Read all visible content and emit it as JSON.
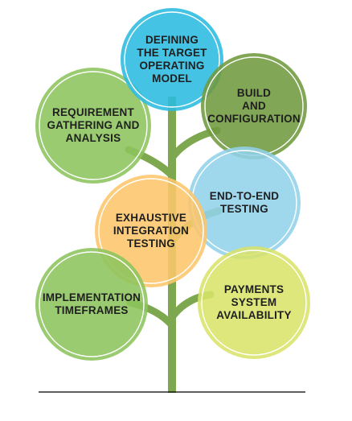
{
  "colors": {
    "trunk": "#7ea84f",
    "baseline": "#000000",
    "ring": "#ffffff"
  },
  "nodes": [
    {
      "id": "requirement-gathering",
      "label": "REQUIREMENT\nGATHERING AND\nANALYSIS",
      "fill": "#8cc45c",
      "text_color": "#1f1f1f"
    },
    {
      "id": "defining-target-operating-model",
      "label": "DEFINING\nTHE TARGET\nOPERATING\nMODEL",
      "fill": "#2bbbe0",
      "text_color": "#1f1f1f"
    },
    {
      "id": "build-and-configuration",
      "label": "BUILD\nAND\nCONFIGURATION",
      "fill": "#6f9a3f",
      "text_color": "#1f1f1f"
    },
    {
      "id": "end-to-end-testing",
      "label": "END-TO-END\nTESTING",
      "fill": "#92d2ea",
      "text_color": "#1f1f1f"
    },
    {
      "id": "exhaustive-integration-testing",
      "label": "EXHAUSTIVE\nINTEGRATION\nTESTING",
      "fill": "#fdc66b",
      "text_color": "#1f1f1f"
    },
    {
      "id": "implementation-timeframes",
      "label": "IMPLEMENTATION\nTIMEFRAMES",
      "fill": "#8cc45c",
      "text_color": "#1f1f1f"
    },
    {
      "id": "payments-system-availability",
      "label": "PAYMENTS\nSYSTEM\nAVAILABILITY",
      "fill": "#d8e46a",
      "text_color": "#1f1f1f"
    }
  ]
}
